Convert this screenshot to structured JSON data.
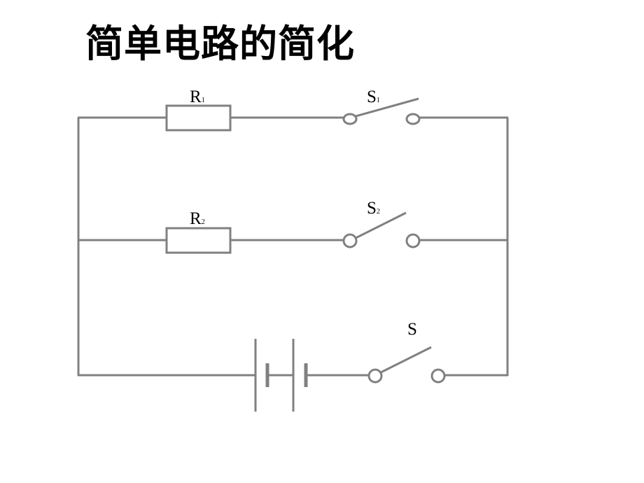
{
  "title": "简单电路的简化",
  "diagram": {
    "wire_color": "#808080",
    "components": {
      "R1": {
        "label": "R",
        "sub": "1",
        "type": "resistor"
      },
      "R2": {
        "label": "R",
        "sub": "2",
        "type": "resistor"
      },
      "S1": {
        "label": "S",
        "sub": "1",
        "type": "switch",
        "state": "open"
      },
      "S2": {
        "label": "S",
        "sub": "2",
        "type": "switch",
        "state": "open"
      },
      "S": {
        "label": "S",
        "sub": "",
        "type": "switch",
        "state": "open"
      },
      "battery": {
        "type": "battery",
        "cells": 2
      }
    }
  }
}
